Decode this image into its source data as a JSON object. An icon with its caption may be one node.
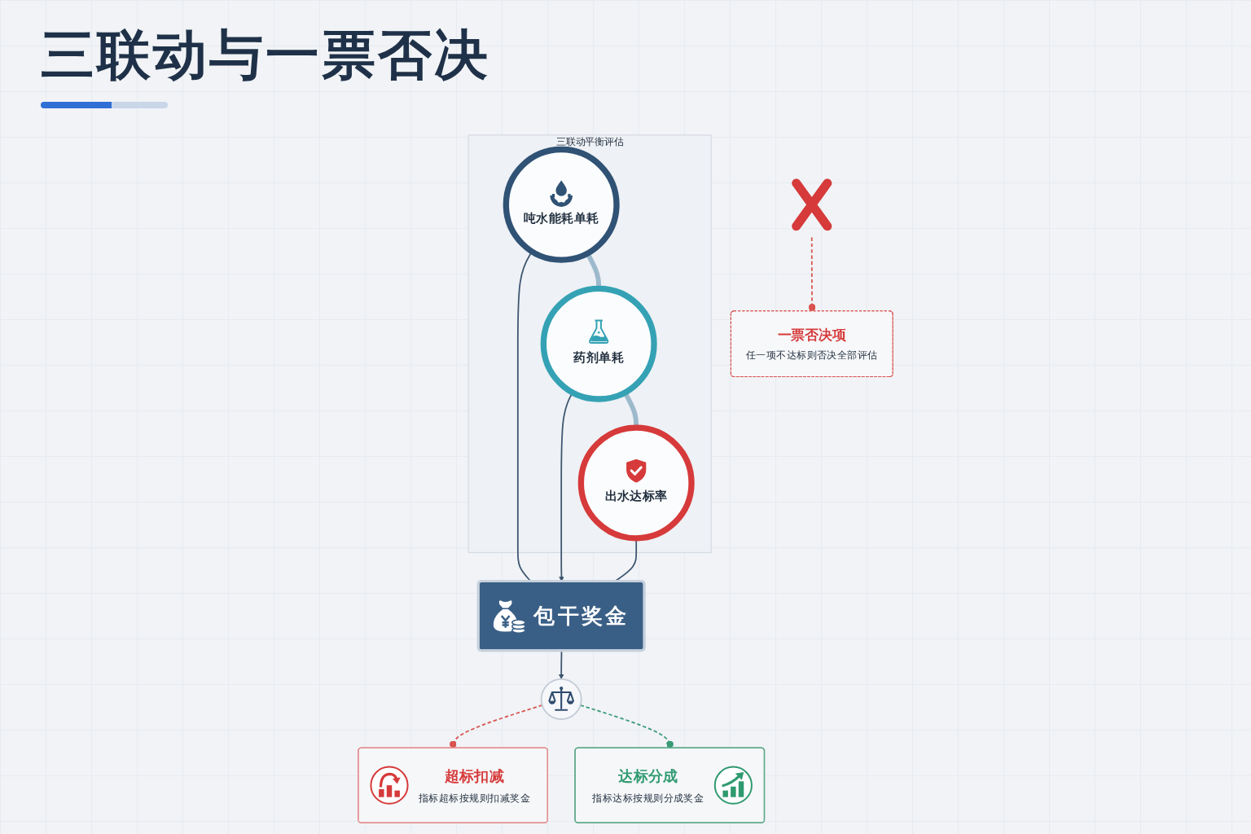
{
  "diagram": {
    "title": "三联动与一票否决",
    "nodes": [
      {
        "text": [
          "三联动平衡评估"
        ]
      },
      {
        "text": [
          "吨水能耗单耗"
        ],
        "in": 0
      },
      {
        "text": [
          "药剂单耗"
        ],
        "in": 0
      },
      {
        "text": [
          "出水达标率"
        ],
        "in": 0
      },
      {
        "text": [],
        "shape": "cross"
      },
      {
        "text": [
          "一票否决项",
          "任一项不达标则否决全部评估"
        ]
      },
      {
        "text": [
          "包干奖金"
        ]
      },
      {
        "text": [],
        "shape": "circle"
      },
      {
        "text": [
          "超标扣减",
          "指标超标按规则扣减奖金"
        ]
      },
      {
        "text": [
          "达标分成",
          "指标达标按规则分成奖金"
        ]
      }
    ],
    "edges": [
      {
        "from": 1,
        "to": 2,
        "arrow": "none",
        "style": "thick",
        "color": "#9db9cc"
      },
      {
        "from": 2,
        "to": 3,
        "arrow": "none",
        "style": "thick",
        "color": "#9db9cc"
      },
      {
        "from": 1,
        "to": 6,
        "arrow": "none"
      },
      {
        "from": 2,
        "to": 6,
        "arrow": "to"
      },
      {
        "from": 3,
        "to": 6,
        "arrow": "none"
      },
      {
        "from": 4,
        "to": 5,
        "arrow": "other",
        "style": "dashed",
        "color": "#d9534f"
      },
      {
        "from": 6,
        "to": 7,
        "arrow": "to"
      },
      {
        "from": 7,
        "to": 8,
        "arrow": "other",
        "style": "dashed",
        "color": "#d9534f"
      },
      {
        "from": 7,
        "to": 9,
        "arrow": "other",
        "style": "dashed",
        "color": "#3a9a76"
      }
    ]
  }
}
